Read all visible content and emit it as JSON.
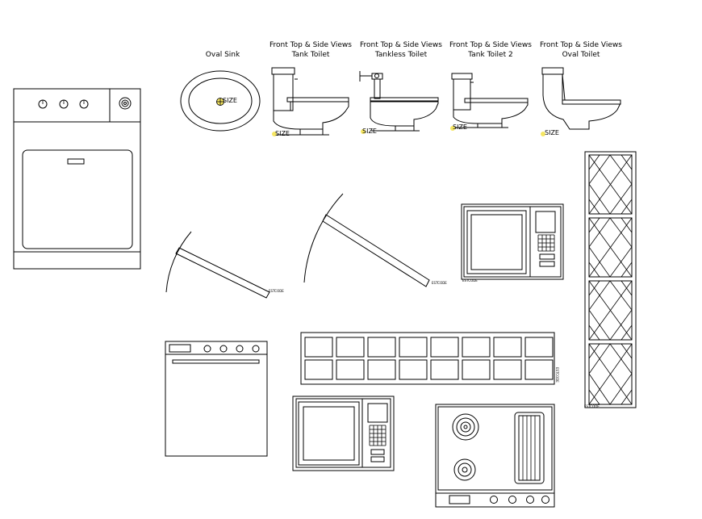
{
  "labels": {
    "oval_sink": "Oval Sink",
    "tank_toilet_line1": "Front Top & Side Views",
    "tank_toilet_line2": "Tank Toilet",
    "tankless_line1": "Front Top & Side Views",
    "tankless_line2": "Tankless Toilet",
    "tank2_line1": "Front Top & Side Views",
    "tank2_line2": "Tank Toilet 2",
    "oval_toilet_line1": "Front Top & Side Views",
    "oval_toilet_line2": "Oval Toilet"
  },
  "tags": {
    "size": "SIZE",
    "estcode": "ESTCODE"
  },
  "colors": {
    "line": "#000000",
    "background": "#ffffff",
    "marker": "#f5e663"
  }
}
